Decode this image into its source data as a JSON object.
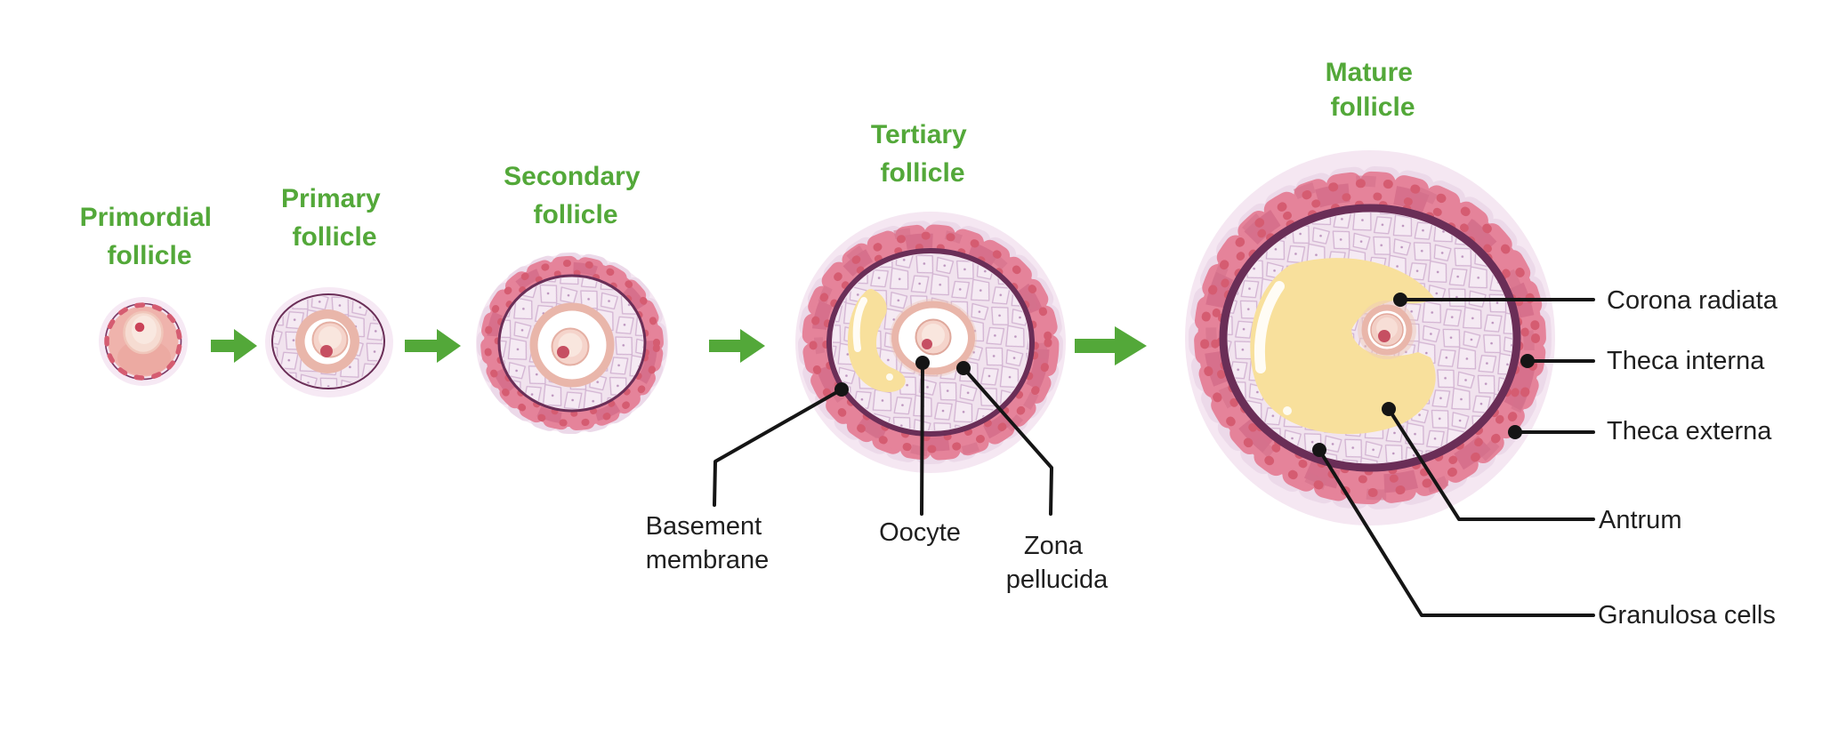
{
  "stage_labels": [
    {
      "lines": [
        "Primordial",
        "follicle"
      ]
    },
    {
      "lines": [
        "Primary",
        "follicle"
      ]
    },
    {
      "lines": [
        "Secondary",
        "follicle"
      ]
    },
    {
      "lines": [
        "Tertiary",
        "follicle"
      ]
    },
    {
      "lines": [
        "Mature",
        "follicle"
      ]
    }
  ],
  "callouts": {
    "basement_membrane": {
      "lines": [
        "Basement",
        "membrane"
      ]
    },
    "oocyte": {
      "text": "Oocyte"
    },
    "zona_pellucida": {
      "lines": [
        "Zona",
        "pellucida"
      ]
    },
    "corona_radiata": {
      "text": "Corona radiata"
    },
    "theca_interna": {
      "text": "Theca interna"
    },
    "theca_externa": {
      "text": "Theca externa"
    },
    "antrum": {
      "text": "Antrum"
    },
    "granulosa_cells": {
      "text": "Granulosa cells"
    }
  },
  "icons": {
    "stage_arrow": "arrow-right-icon"
  },
  "colors": {
    "accent_green": "#53a839",
    "label_text": "#1f1f1f",
    "leader_line": "#151515",
    "halo_pink": "#f5e7f2",
    "theca_pink": "#e5839a",
    "theca_dark": "#c95d7d",
    "theca_nucleus_red": "#d55c71",
    "basement_membrane_purple": "#6a2e57",
    "granulosa_lavender": "#f1e3ee",
    "granulosa_cell_line": "#d2b3d2",
    "zona_salmon": "#e9b6aa",
    "oocyte_fill": "#f5d4cb",
    "oocyte_inner": "#f9e6de",
    "nucleolus_red": "#c64f62",
    "antrum_yellow": "#f8e09c"
  }
}
